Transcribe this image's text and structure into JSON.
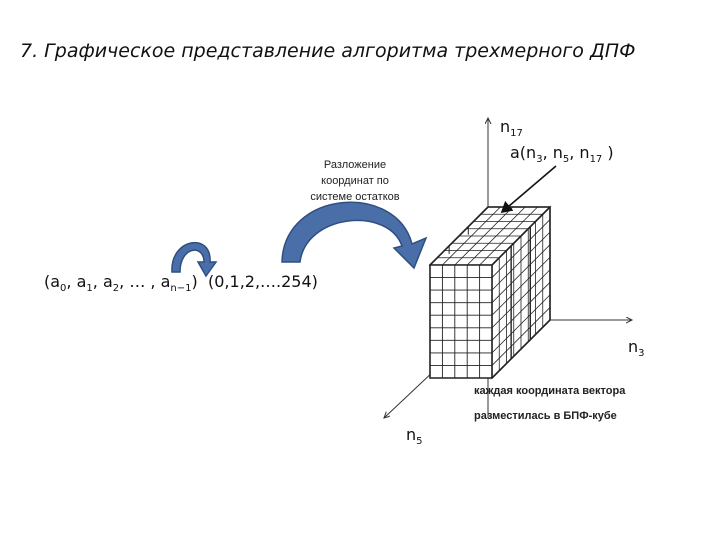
{
  "title": "7. Графическое представление алгоритма трехмерного ДПФ",
  "callout": {
    "line1": "Разложение",
    "line2": "координат по",
    "line3": "системе остатков"
  },
  "sequence": {
    "open": "(a",
    "sub0": "0",
    "a1": ", a",
    "sub1": "1",
    "a2": ", a",
    "sub2": "2",
    "dots": ", … , a",
    "subn": "n−1",
    "close": ")"
  },
  "range_label": "(0,1,2,….254)",
  "axes": {
    "vertical": {
      "base": "n",
      "sub": "17"
    },
    "right": {
      "base": "n",
      "sub": "3"
    },
    "diagonal": {
      "base": "n",
      "sub": "5"
    }
  },
  "point_label": {
    "prefix": "a(n",
    "s1": "3",
    "mid1": ", n",
    "s2": "5",
    "mid2": ", n",
    "s3": "17",
    "close": " )"
  },
  "caption": {
    "line1": "каждая координата вектора",
    "line2": "разместилась в БПФ-кубе"
  },
  "colors": {
    "arrow_fill": "#4a6fa8",
    "arrow_stroke": "#2f4f80",
    "grid": "#222222"
  }
}
